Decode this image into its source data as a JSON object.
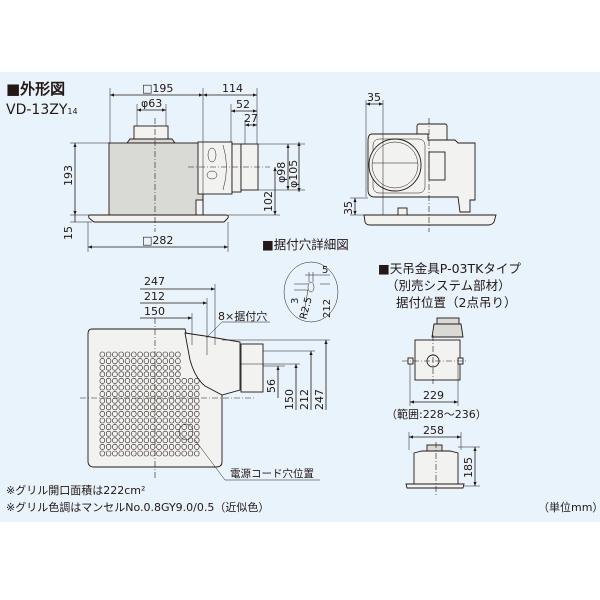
{
  "outline": {
    "heading": "■外形図",
    "model": "VD-13ZY",
    "model_suffix": "14",
    "dims": {
      "width_square": "□195",
      "duct_offset": "114",
      "collar_diameter": "φ63",
      "d52": "52",
      "d27": "27",
      "height": "193",
      "panel_thickness": "15",
      "panel_square": "□282",
      "duct_inner": "φ98",
      "duct_outer": "φ105",
      "duct_height": "102",
      "side_35_top": "35",
      "side_35_left": "35"
    }
  },
  "bottom_view": {
    "dims": {
      "h247": "247",
      "h212": "212",
      "h150": "150",
      "v56": "56",
      "v150": "150",
      "v212": "212",
      "v247": "247"
    },
    "mount_holes_label": "8×据付穴",
    "cord_hole_label": "電源コード穴位置"
  },
  "hole_detail": {
    "heading": "■据付穴詳細図",
    "d5": "5",
    "d3": "3",
    "r": "R2.5",
    "d212": "212"
  },
  "hanger": {
    "heading": "■天吊金具P-03TKタイプ",
    "subheading": "（別売システム部材）",
    "position": "据付位置（2点吊り）",
    "d229": "229",
    "range": "（範囲:228～236）",
    "d258": "258",
    "d185": "185"
  },
  "notes": [
    "※グリル開口面積は222cm²",
    "※グリル色調はマンセルNo.0.8GY9.0/0.5（近似色）"
  ],
  "unit": "（単位mm）"
}
